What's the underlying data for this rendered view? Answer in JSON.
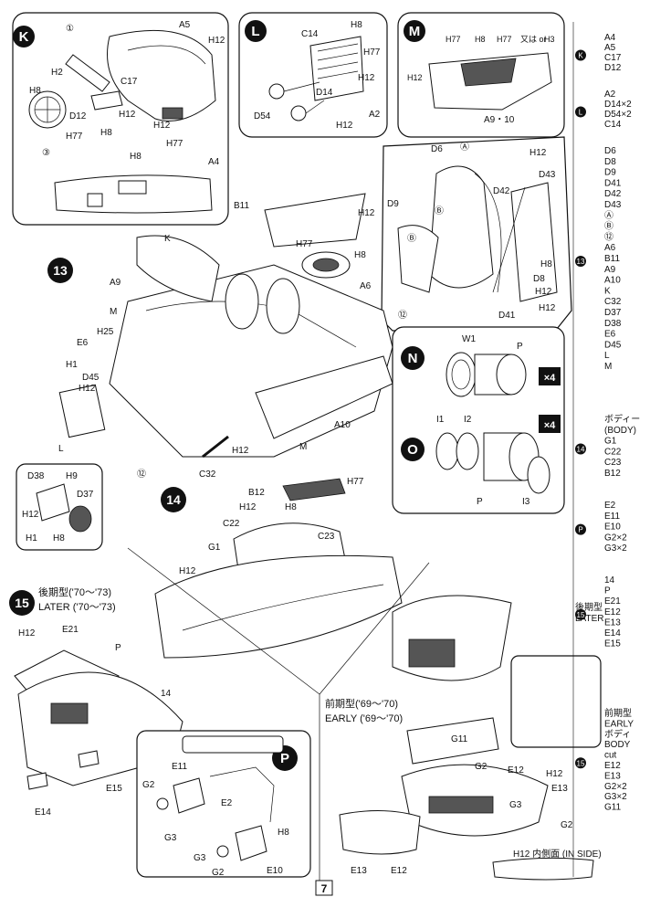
{
  "page_number": "7",
  "panel_K": {
    "letter": "K",
    "callouts": [
      "A5",
      "H12",
      "①",
      "C17",
      "H2",
      "H8",
      "D12",
      "H12",
      "H8",
      "H77",
      "H77",
      "H12",
      "A4",
      "③",
      "H8"
    ],
    "tag": "H8"
  },
  "panel_L": {
    "letter": "L",
    "callouts": [
      "C14",
      "H8",
      "H77",
      "H12",
      "D14",
      "D54",
      "H12",
      "A2"
    ]
  },
  "panel_M": {
    "letter": "M",
    "callouts": [
      "H77",
      "H8",
      "H77",
      "又は or",
      "H3",
      "H12",
      "A9・10"
    ]
  },
  "panel_13": {
    "step": "13",
    "callouts": [
      "K",
      "A9",
      "M",
      "B11",
      "H12",
      "H77",
      "H8",
      "A6",
      "E6",
      "H25",
      "H1",
      "D45",
      "H12",
      "L",
      "⑫",
      "H12",
      "C32",
      "A10",
      "M"
    ]
  },
  "panel_13_inset": {
    "callouts": [
      "D6",
      "Ⓐ",
      "H12",
      "D43",
      "D9",
      "Ⓑ",
      "D42",
      "Ⓑ",
      "H8",
      "D8",
      "H12",
      "D41",
      "H12",
      "⑫"
    ]
  },
  "panel_small_D": {
    "callouts": [
      "D38",
      "H9",
      "D37",
      "H12",
      "H1",
      "H8"
    ]
  },
  "panel_N": {
    "letter": "N",
    "callouts": [
      "W1",
      "P"
    ],
    "qty": "×4"
  },
  "panel_O": {
    "letter": "O",
    "callouts": [
      "I1",
      "I2",
      "P",
      "I3"
    ],
    "qty": "×4"
  },
  "panel_14": {
    "step": "14",
    "callouts": [
      "B12",
      "H77",
      "H12",
      "H8",
      "C22",
      "C23",
      "G1",
      "H12"
    ]
  },
  "panel_15": {
    "step": "15",
    "later_label_jp": "後期型('70〜'73)",
    "later_label_en": "LATER ('70〜'73)",
    "callouts": [
      "H12",
      "E21",
      "P",
      "14",
      "E15",
      "E14"
    ]
  },
  "panel_P": {
    "letter": "P",
    "callouts": [
      "E11",
      "G2",
      "E2",
      "G3",
      "H8",
      "G3",
      "G2",
      "E10"
    ]
  },
  "panel_early": {
    "early_label_jp": "前期型('69〜'70)",
    "early_label_en": "EARLY ('69〜'70)",
    "callouts": [
      "G11",
      "G2",
      "E12",
      "H12",
      "E13",
      "G3",
      "G2",
      "E13",
      "E12"
    ],
    "inside_label": "H12 内側面 (IN SIDE)"
  },
  "panel_later_right": {
    "label_jp": "後期型",
    "label_en": "LATER"
  },
  "sidebar": {
    "groups": [
      {
        "badge": "K",
        "parts": [
          "A4",
          "A5",
          "C17",
          "D12"
        ]
      },
      {
        "badge": "L",
        "parts": [
          "A2",
          "D14×2",
          "D54×2",
          "C14"
        ]
      },
      {
        "badge": "13",
        "parts": [
          "D6",
          "D8",
          "D9",
          "D41",
          "D42",
          "D43",
          "Ⓐ",
          "Ⓑ",
          "⑫",
          "A6",
          "B11",
          "A9",
          "A10",
          "K",
          "C32",
          "D37",
          "D38",
          "E6",
          "D45",
          "L",
          "M"
        ]
      },
      {
        "badge": "14",
        "parts": [
          "ボディー",
          "(BODY)",
          "G1",
          "C22",
          "C23",
          "B12"
        ]
      },
      {
        "badge": "P",
        "parts": [
          "E2",
          "E11",
          "E10",
          "G2×2",
          "G3×2"
        ]
      },
      {
        "badge": "15",
        "parts": [
          "14",
          "P",
          "E21",
          "E12",
          "E13",
          "E14",
          "E15"
        ],
        "note_jp": "後期型",
        "note_en": "LATER"
      },
      {
        "badge": "15",
        "parts": [
          "前期型",
          "EARLY",
          "ボディ",
          "BODY",
          "cut",
          "E12",
          "E13",
          "G2×2",
          "G3×2",
          "G11"
        ]
      }
    ]
  }
}
